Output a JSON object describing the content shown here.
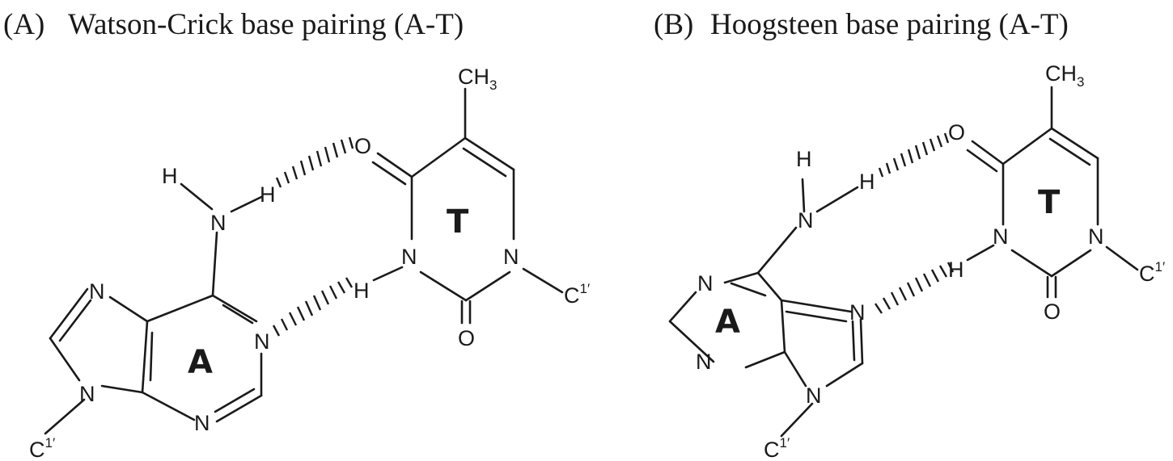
{
  "panels": [
    {
      "label": "(A)",
      "title": "Watson-Crick base pairing (A-T)",
      "base_a": "A",
      "base_t": "T",
      "methyl_c": "CH",
      "methyl_sub": "3",
      "attach": "C",
      "attach_sup": "1′",
      "n": "N",
      "o": "O",
      "h": "H"
    },
    {
      "label": "(B)",
      "title": "Hoogsteen base pairing (A-T)",
      "base_a": "A",
      "base_t": "T",
      "methyl_c": "CH",
      "methyl_sub": "3",
      "attach": "C",
      "attach_sup": "1′",
      "n": "N",
      "o": "O",
      "h": "H"
    }
  ]
}
